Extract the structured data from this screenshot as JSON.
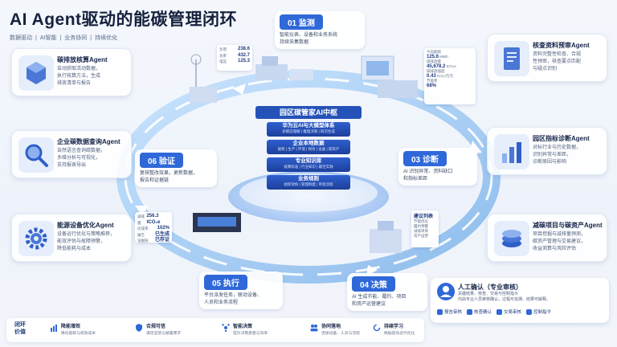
{
  "title": "AI Agent驱动的能碳管理闭环",
  "subtitle": [
    "数据驱动",
    "|",
    "AI智能",
    "|",
    "业务协同",
    "|",
    "持续优化"
  ],
  "colors": {
    "primary": "#2f68d8",
    "hub": "#2452b8",
    "ring": "#6fb4f0"
  },
  "agents_left": [
    {
      "title": "碳排放核算Agent",
      "lines": [
        "自动获取活动数据，",
        "执行核算方法，生成",
        "排放清单与报告"
      ],
      "icon": "cube-icon"
    },
    {
      "title": "企业碳数据查询Agent",
      "lines": [
        "自然语言查询碳数据，",
        "多维分析与可视化，",
        "支持报表导出"
      ],
      "icon": "magnifier-icon"
    },
    {
      "title": "能源设备优化Agent",
      "lines": [
        "设备运行优化与策略推荐，",
        "能效评估与故障预警，",
        "降低能耗与成本"
      ],
      "icon": "gear-icon"
    }
  ],
  "agents_right": [
    {
      "title": "核查资料预审Agent",
      "lines": [
        "资料完整性检查、合规",
        "性预审，核查要点匹配",
        "与疑点识别"
      ],
      "icon": "document-icon"
    },
    {
      "title": "园区指标诊断Agent",
      "lines": [
        "对标行业与历史数据，",
        "识别异常与差距，",
        "诊断原因与影响"
      ],
      "icon": "chart-icon"
    },
    {
      "title": "减碳项目与碳资产Agent",
      "lines": [
        "项目挖掘与减排量预测，",
        "碳资产管理与交易建议，",
        "收益测算与风险评估"
      ],
      "icon": "coin-icon"
    }
  ],
  "steps": {
    "s1": {
      "label": "01 监测",
      "lines": [
        "智能仪表、设备和业务系统",
        "持续采集数据"
      ]
    },
    "s3": {
      "label": "03 诊断",
      "lines": [
        "AI 识别异常、资料缺口",
        "和指标差距"
      ]
    },
    "s4": {
      "label": "04 决策",
      "lines": [
        "AI 生成节能、履约、项目",
        "和资产运营建议"
      ]
    },
    "s5": {
      "label": "05 执行",
      "lines": [
        "平台派发任务，联动设备、",
        "人员和业务流程"
      ]
    },
    "s6": {
      "label": "06 验证",
      "lines": [
        "复核整改效果，更新数据，",
        "报告和证据链"
      ]
    }
  },
  "hub": {
    "title": "园区碳管家AI中枢",
    "layers": [
      {
        "title": "华为云AI与大模型体系",
        "sub": "多模态理解 | 推理决策 | 知识生成"
      },
      {
        "title": "企业本地数据",
        "sub": "能耗 | 生产 | 环境 | 财务 | 设备 | 碳资产"
      },
      {
        "title": "专业知识库",
        "sub": "核算标准 | 行业知识 | 最佳实践"
      },
      {
        "title": "业务规则",
        "sub": "组织架构 | 管理制度 | 审批流程"
      }
    ]
  },
  "panel_left_top": {
    "rows": [
      [
        "负荷",
        "238.6"
      ],
      [
        "功率",
        "432.7"
      ],
      [
        "电压",
        "125.3"
      ]
    ]
  },
  "panel_right_top": {
    "items": [
      {
        "label": "今日能耗",
        "value": "125.6",
        "unit": "MWh"
      },
      {
        "label": "碳排放量",
        "value": "45,678.2",
        "unit": "tCO₂e"
      },
      {
        "label": "碳排放强度",
        "value": "0.43",
        "unit": "tCO₂/万元"
      },
      {
        "label": "节能率",
        "value": "68%",
        "unit": ""
      }
    ]
  },
  "panel_verify": {
    "rows": [
      [
        "减排量",
        "256.3 tCO₂e"
      ],
      [
        "达成率",
        "102%"
      ],
      [
        "报告",
        "已生成"
      ],
      [
        "证据链",
        "已存证"
      ]
    ]
  },
  "panel_decision": {
    "title": "建议列表",
    "rows": [
      "节能优化",
      "履约预警",
      "减排项目",
      "资产运营"
    ]
  },
  "human": {
    "title": "人工确认（专业审核）",
    "lines": [
      "关键结果、核查、交易与控制指令",
      "均由专业人员审核确认，过程可追溯、结果可解释。"
    ],
    "buttons": [
      "报告审核",
      "核查确认",
      "交易审核",
      "控制指令"
    ]
  },
  "bottom": {
    "label": [
      "闭环",
      "价值"
    ],
    "items": [
      {
        "title": "降能增效",
        "desc": "降低能耗与排放成本"
      },
      {
        "title": "合规可信",
        "desc": "满足监管与披露要求"
      },
      {
        "title": "智能决策",
        "desc": "提升决策质量与效率"
      },
      {
        "title": "协同落地",
        "desc": "连接设备、人员与流程"
      },
      {
        "title": "持续学习",
        "desc": "数据驱动迭代优化"
      }
    ]
  }
}
